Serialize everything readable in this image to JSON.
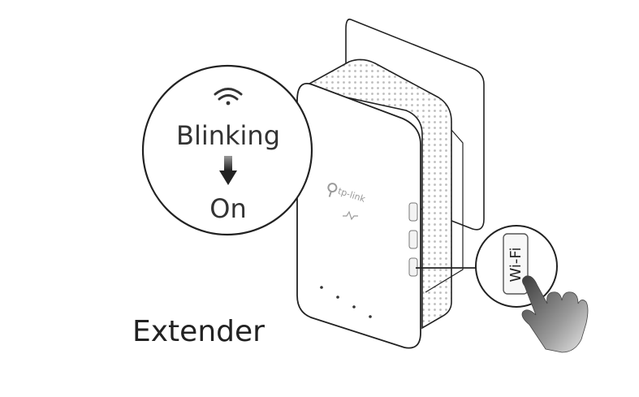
{
  "callout": {
    "top_text": "Blinking",
    "bottom_text": "On",
    "icon": "wifi-icon",
    "arrow_icon": "arrow-down-icon"
  },
  "device": {
    "brand": "tp-link",
    "brand_icon": "tp-link-logo-icon",
    "button_label": "Wi-Fi",
    "caption": "Extender"
  },
  "colors": {
    "outline": "#222222",
    "device_body": "#ffffff",
    "device_shadow": "#e6e6e6",
    "brand_text": "#9a9a9a",
    "arrow": "#333333"
  }
}
